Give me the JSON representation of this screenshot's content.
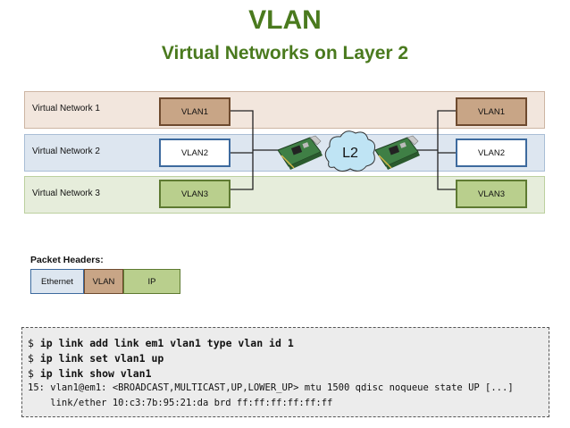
{
  "title": "VLAN",
  "subtitle": "Virtual Networks on Layer 2",
  "networks": [
    {
      "label": "Virtual Network 1",
      "left_vlan": "VLAN1",
      "right_vlan": "VLAN1",
      "band_color": "#f2e6dd",
      "band_border": "#cdb5a3"
    },
    {
      "label": "Virtual Network 2",
      "left_vlan": "VLAN2",
      "right_vlan": "VLAN2",
      "band_color": "#dde6f0",
      "band_border": "#a9bed6"
    },
    {
      "label": "Virtual Network 3",
      "left_vlan": "VLAN3",
      "right_vlan": "VLAN3",
      "band_color": "#e6eddb",
      "band_border": "#bcd09f"
    }
  ],
  "cloud_label": "L2",
  "icons": [
    "network-card-icon",
    "cloud-icon"
  ],
  "packet_headers": {
    "label": "Packet Headers:",
    "fields": [
      "Ethernet",
      "VLAN",
      "IP"
    ]
  },
  "terminal": {
    "prompt": "$",
    "commands": [
      "ip link add link em1 vlan1 type vlan id 1",
      "ip link set vlan1 up",
      "ip link show vlan1"
    ],
    "output": [
      "15: vlan1@em1: <BROADCAST,MULTICAST,UP,LOWER_UP> mtu 1500 qdisc noqueue state UP [...]",
      "    link/ether 10:c3:7b:95:21:da brd ff:ff:ff:ff:ff:ff"
    ]
  }
}
